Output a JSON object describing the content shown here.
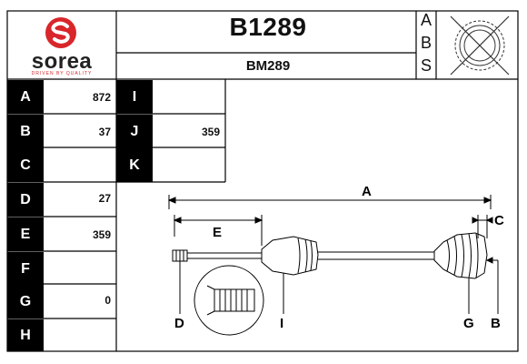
{
  "brand": {
    "name": "sorea",
    "tagline": "DRIVEN BY QUALITY"
  },
  "part_number": "B1289",
  "alt_number": "BM289",
  "abs_letters": [
    "A",
    "B",
    "S"
  ],
  "specs_left": [
    {
      "label": "A",
      "value": "872"
    },
    {
      "label": "B",
      "value": "37"
    },
    {
      "label": "C",
      "value": ""
    },
    {
      "label": "D",
      "value": "27"
    },
    {
      "label": "E",
      "value": "359"
    },
    {
      "label": "F",
      "value": ""
    },
    {
      "label": "G",
      "value": "0"
    },
    {
      "label": "H",
      "value": ""
    }
  ],
  "specs_right": [
    {
      "label": "I",
      "value": ""
    },
    {
      "label": "J",
      "value": "359"
    },
    {
      "label": "K",
      "value": ""
    }
  ],
  "diagram_labels": {
    "A": "A",
    "B": "B",
    "C": "C",
    "D": "D",
    "E": "E",
    "G": "G",
    "I": "I"
  },
  "colors": {
    "brand_red": "#d8262b",
    "label_bg": "#000000"
  }
}
